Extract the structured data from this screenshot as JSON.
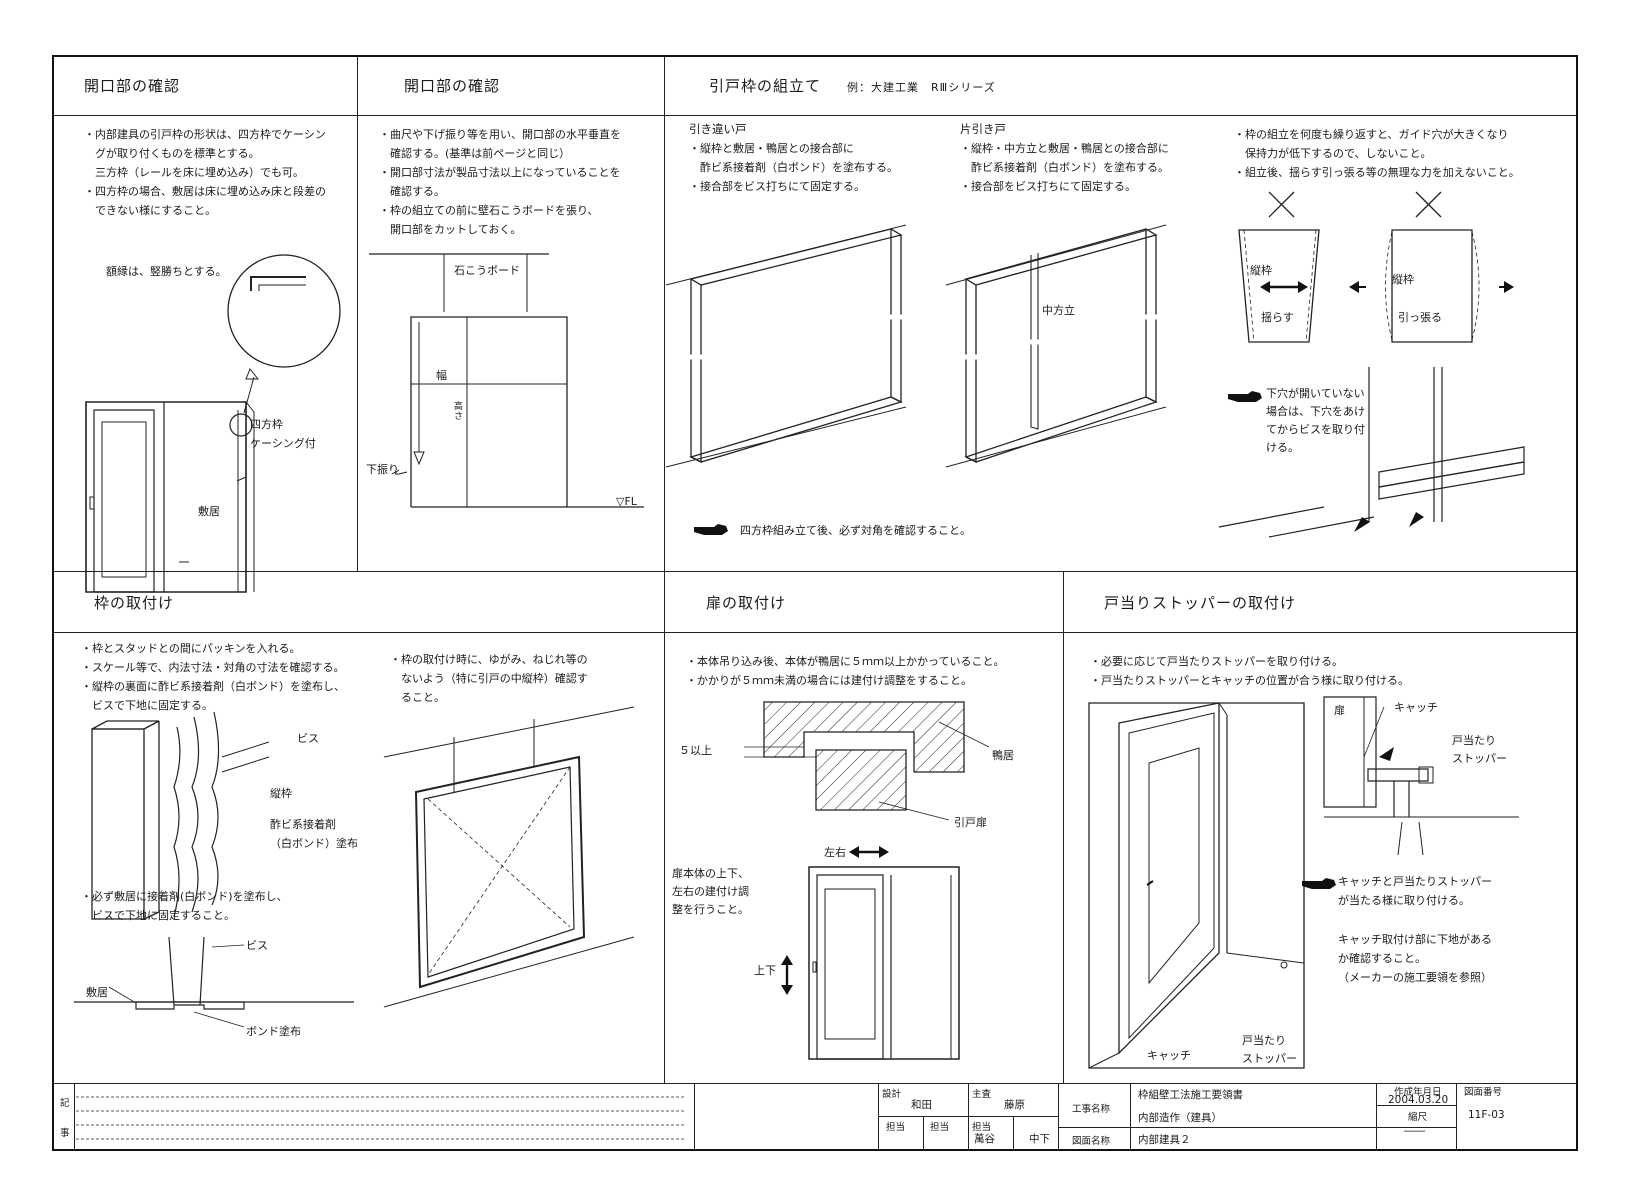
{
  "sections": {
    "s1": {
      "title": "開口部の確認",
      "notes": [
        "・内部建具の引戸枠の形状は、四方枠でケーシン",
        "　グが取り付くものを標準とする。",
        "　三方枠（レールを床に埋め込み）でも可。",
        "・四方枠の場合、敷居は床に埋め込み床と段差の",
        "　できない様にすること。"
      ],
      "labels": {
        "gakubuchi": "額縁は、竪勝ちとする。",
        "yohowaku": "四方枠",
        "casing": "ケーシング付",
        "shikii": "敷居"
      }
    },
    "s2": {
      "title": "開口部の確認",
      "notes": [
        "・曲尺や下げ振り等を用い、開口部の水平垂直を",
        "　確認する。(基準は前ページと同じ）",
        "・開口部寸法が製品寸法以上になっていることを",
        "　確認する。",
        "・枠の組立ての前に壁石こうボードを張り、",
        "　開口部をカットしておく。"
      ],
      "labels": {
        "board": "石こうボード",
        "haba": "幅",
        "takasa": "高さ",
        "sagefuri": "下振り",
        "fl": "▽FL"
      }
    },
    "s3": {
      "title": "引戸枠の組立て",
      "subtitle": "例：大建工業　RⅢシリーズ",
      "left_head": "引き違い戸",
      "left_notes": [
        "・縦枠と敷居・鴨居との接合部に",
        "　酢ビ系接着剤（白ボンド）を塗布する。",
        "・接合部をビス打ちにて固定する。"
      ],
      "right_head": "片引き戸",
      "right_notes": [
        "・縦枠・中方立と敷居・鴨居との接合部に",
        "　酢ビ系接着剤（白ボンド）を塗布する。",
        "・接合部をビス打ちにて固定する。"
      ],
      "labels": {
        "nakahodate": "中方立",
        "check": "四方枠組み立て後、必ず対角を確認すること。"
      }
    },
    "s4": {
      "notes": [
        "・枠の組立を何度も繰り返すと、ガイド穴が大きくなり",
        "　保持力が低下するので、しないこと。",
        "・組立後、揺らす引っ張る等の無理な力を加えないこと。"
      ],
      "labels": {
        "tatewaku1": "縦枠",
        "yurasu": "揺らす",
        "tatewaku2": "縦枠",
        "hipparu": "引っ張る",
        "shitaana": [
          "下穴が開いていない",
          "場合は、下穴をあけ",
          "てからビスを取り付",
          "ける。"
        ]
      }
    },
    "s5": {
      "title": "枠の取付け",
      "notes": [
        "・枠とスタッドとの間にパッキンを入れる。",
        "・スケール等で、内法寸法・対角の寸法を確認する。",
        "・縦枠の裏面に酢ビ系接着剤（白ボンド）を塗布し、",
        "　ビスで下地に固定する。"
      ],
      "labels": {
        "bisu1": "ビス",
        "tatewaku": "縦枠",
        "bond": [
          "酢ビ系接着剤",
          "（白ボンド）塗布"
        ],
        "bisu2": "ビス",
        "shikii": "敷居",
        "bondnuri": "ボンド塗布"
      },
      "notes2": [
        "・必ず敷居に接着剤(白ボンド)を塗布し、",
        "　ビスで下地に固定すること。"
      ]
    },
    "s6": {
      "notes": [
        "・枠の取付け時に、ゆがみ、ねじれ等の",
        "　ないよう（特に引戸の中縦枠）確認す",
        "　ること。"
      ]
    },
    "s7": {
      "title": "扉の取付け",
      "notes": [
        "・本体吊り込み後、本体が鴨居に５ｍｍ以上かかっていること。",
        "・かかりが５ｍｍ未満の場合には建付け調整をすること。"
      ],
      "labels": {
        "gojo": "５以上",
        "kamoi": "鴨居",
        "hikidobira": "引戸扉",
        "sayu": "左右",
        "jouge": "上下",
        "adjust": [
          "扉本体の上下、",
          "左右の建付け調",
          "整を行うこと。"
        ]
      }
    },
    "s8": {
      "title": "戸当りストッパーの取付け",
      "notes": [
        "・必要に応じて戸当たりストッパーを取り付ける。",
        "・戸当たりストッパーとキャッチの位置が合う様に取り付ける。"
      ],
      "labels": {
        "tobira": "扉",
        "catch1": "キャッチ",
        "stopper1": [
          "戸当たり",
          "ストッパー"
        ],
        "catch2": "キャッチ",
        "stopper2": [
          "戸当たり",
          "ストッパー"
        ],
        "note1": [
          "キャッチと戸当たりストッパー",
          "が当たる様に取り付ける。"
        ],
        "note2": [
          "キャッチ取付け部に下地がある",
          "か確認すること。",
          "（メーカーの施工要領を参照）"
        ]
      }
    }
  },
  "titleblock": {
    "ki": "記",
    "ji": "事",
    "sekkei_label": "設計",
    "sekkei_name": "和田",
    "shusa_label": "主査",
    "shusa_name": "藤原",
    "tanto1": "担当",
    "tanto2": "担当",
    "tanto3": "担当",
    "tanto_name1": "萬谷",
    "tanto_name2": "中下",
    "koji_label": "工事名称",
    "koji_value": "枠組壁工法施工要領書",
    "koji_sub": "内部造作（建具）",
    "zumen_label": "図面名称",
    "zumen_value": "内部建具２",
    "date_label": "作成年月日",
    "date_value": "2004.03.20",
    "scale_label": "縮尺",
    "scale_value": "――",
    "zuban_label": "図面番号",
    "zuban_value": "11F-03"
  }
}
